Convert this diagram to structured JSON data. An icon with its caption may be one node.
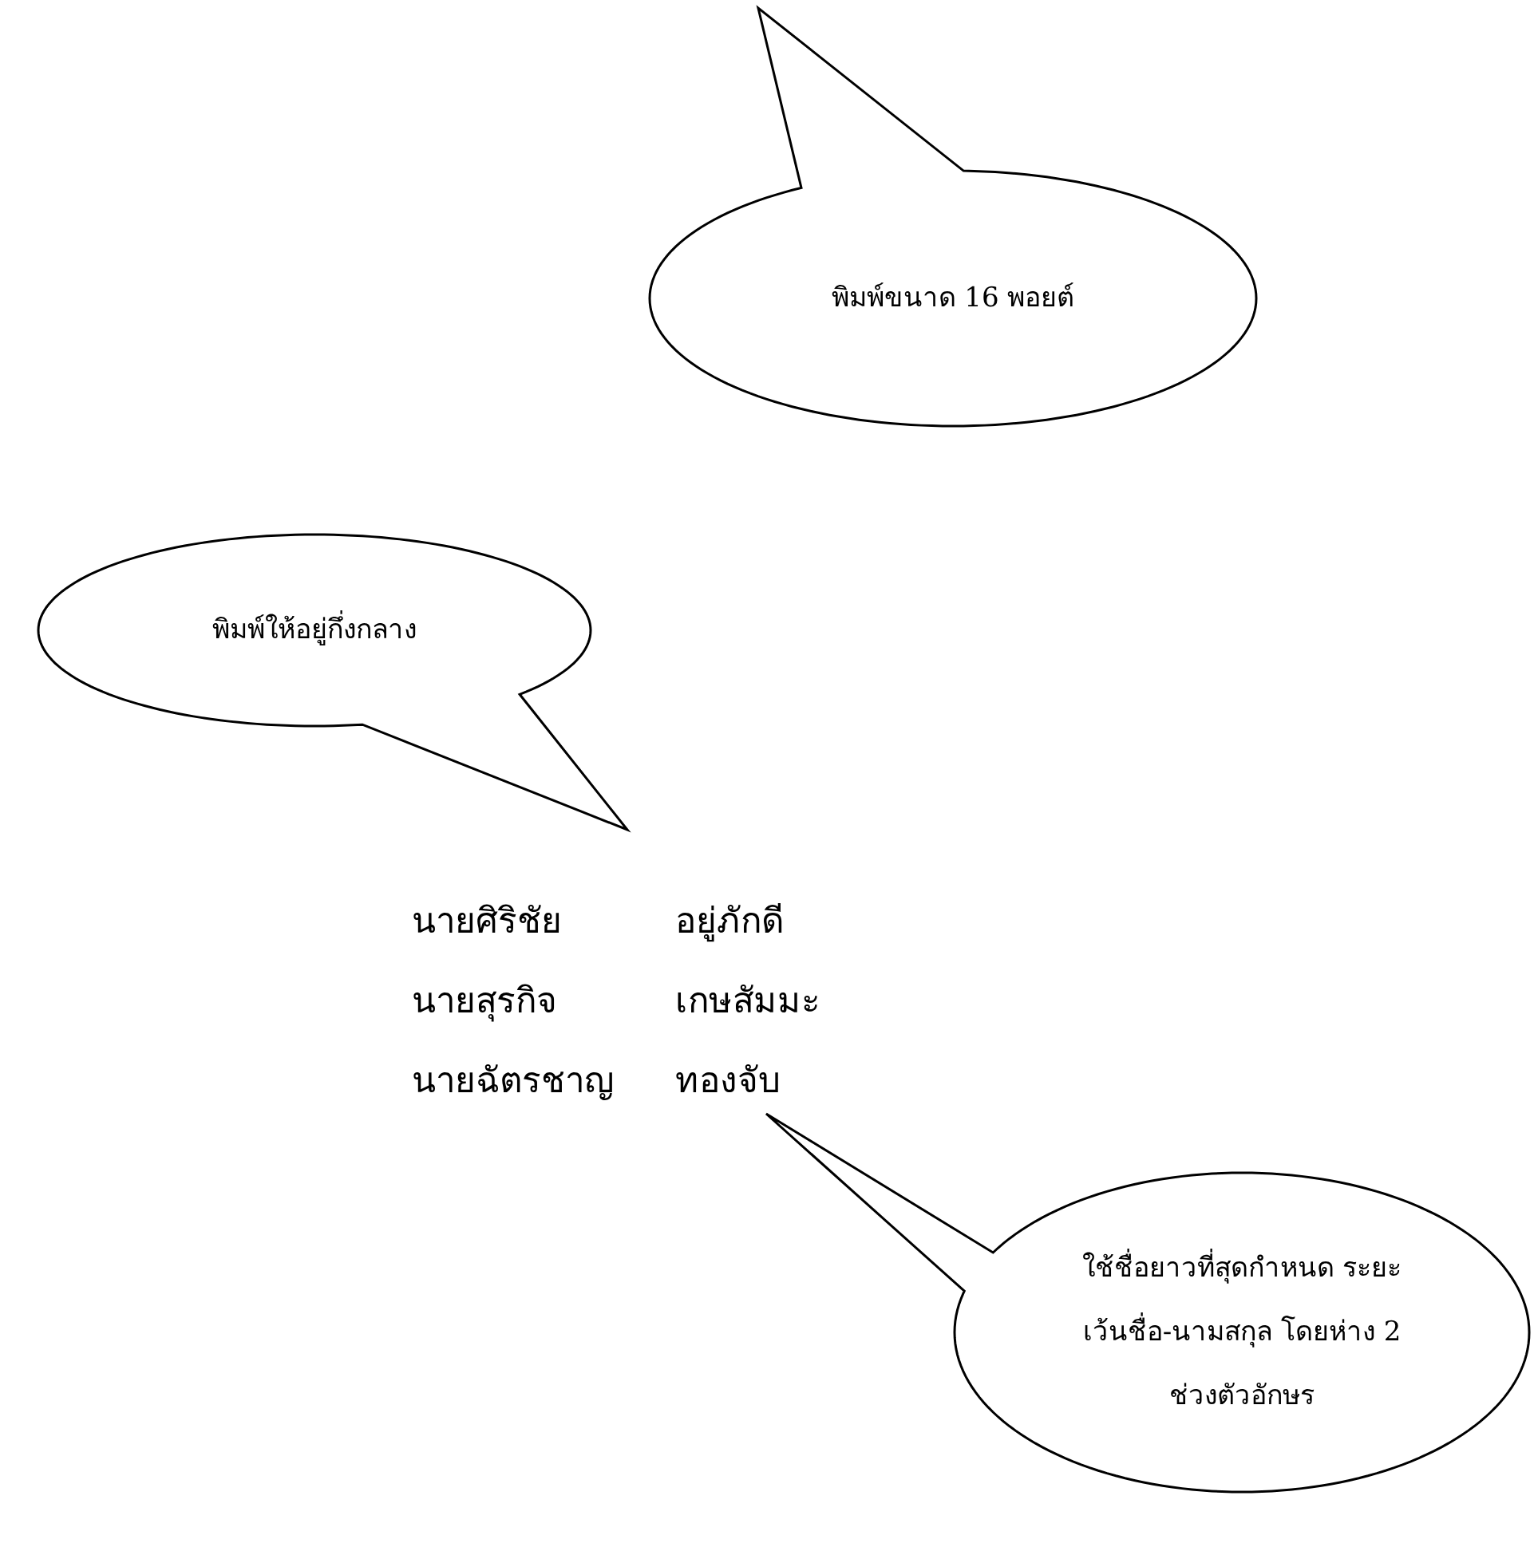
{
  "diagram": {
    "nodes": [
      {
        "text": [
          "พิมพ์ขนาด 16 พอยต์"
        ]
      },
      {
        "text": [
          "พิมพ์ให้อยู่กึ่งกลาง"
        ]
      },
      {
        "text": [
          "ใช้ชื่อยาวที่สุดกำหนด ระยะเว้นชื่อ-นามสกุล โดยห่าง 2 ช่วงตัวอักษร"
        ]
      }
    ],
    "labels": [
      "นายศิริชัย",
      "อยู่ภักดี",
      "นายสุรกิจ",
      "เกษสัมมะ",
      "นายฉัตรชาญ",
      "ทองจับ"
    ]
  }
}
